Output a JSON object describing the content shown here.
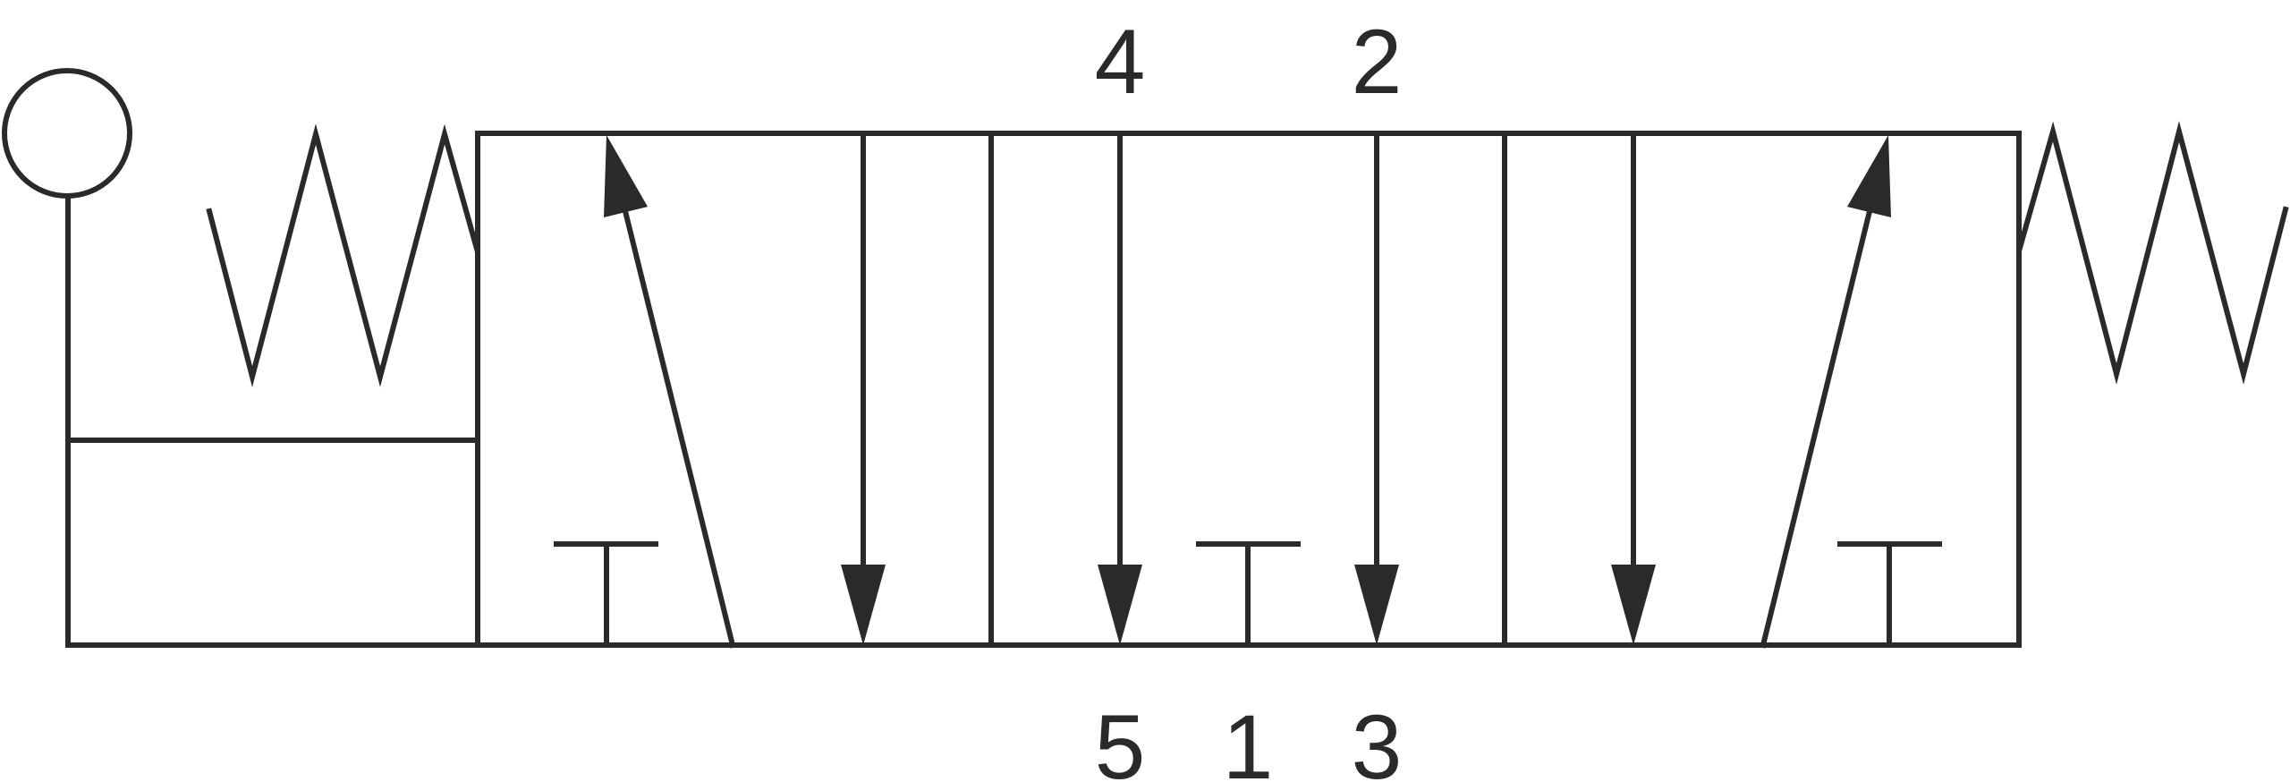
{
  "diagram": {
    "type": "5/3 directional control valve symbol",
    "stroke_color": "#2a2a2a",
    "background_color": "#ffffff",
    "ports": {
      "top": [
        "4",
        "2"
      ],
      "bottom": [
        "5",
        "1",
        "3"
      ]
    }
  }
}
